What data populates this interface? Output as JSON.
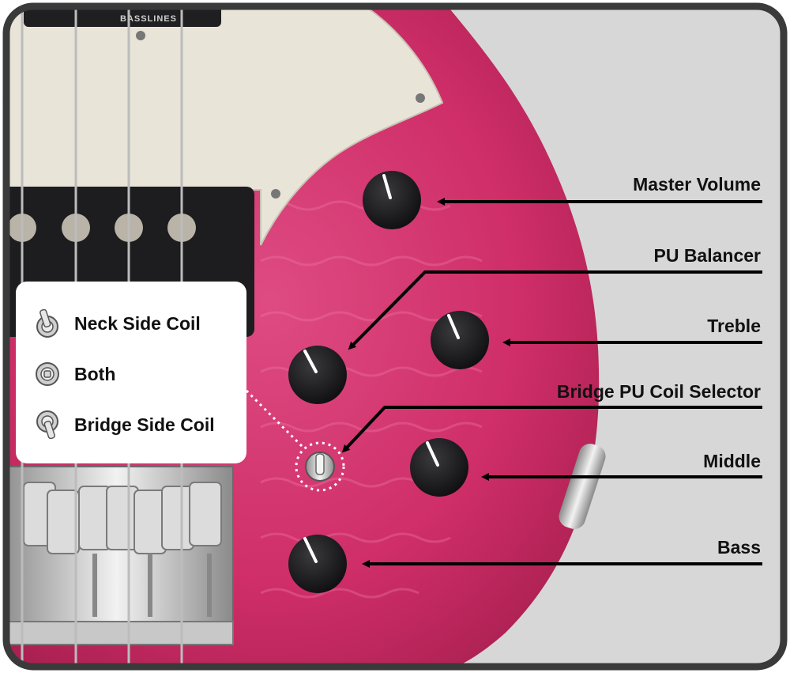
{
  "brand_logo": "BASSLINES",
  "controls": [
    {
      "id": "master-volume",
      "label": "Master Volume"
    },
    {
      "id": "pu-balancer",
      "label": "PU Balancer"
    },
    {
      "id": "treble",
      "label": "Treble"
    },
    {
      "id": "bridge-pu-coil-selector",
      "label": "Bridge PU Coil Selector"
    },
    {
      "id": "middle",
      "label": "Middle"
    },
    {
      "id": "bass",
      "label": "Bass"
    }
  ],
  "legend": {
    "items": [
      {
        "icon": "toggle-up-icon",
        "label": "Neck Side Coil"
      },
      {
        "icon": "toggle-center-icon",
        "label": "Both"
      },
      {
        "icon": "toggle-down-icon",
        "label": "Bridge Side Coil"
      }
    ]
  },
  "colors": {
    "body": "#d3306a",
    "pickguard": "#e9e4d8",
    "background": "#d7d7d7",
    "frame": "#3a3a3a",
    "knob": "#1c1c1e",
    "arrow": "#000000"
  }
}
